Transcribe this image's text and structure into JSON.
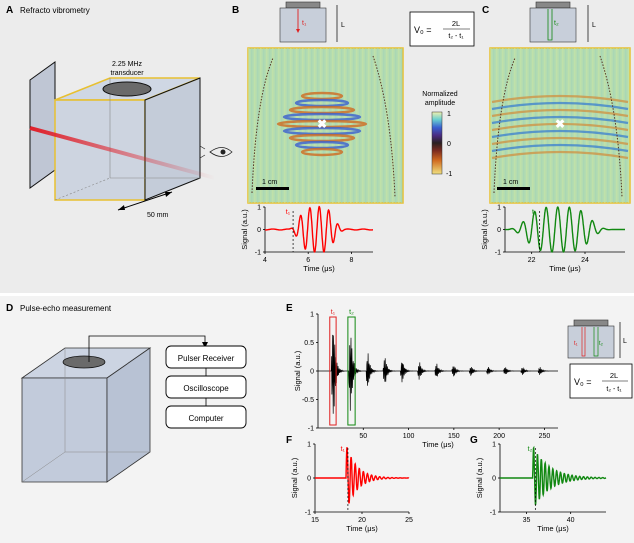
{
  "top_section": {
    "panel_A": {
      "letter": "A",
      "title": "Refracto vibrometry",
      "transducer_label_1": "2.25 MHz",
      "transducer_label_2": "transducer",
      "scale_label": "50 mm"
    },
    "panel_B": {
      "letter": "B",
      "L_label": "L",
      "t_label": "t₁",
      "scale_bar": "1 cm"
    },
    "panel_C": {
      "letter": "C",
      "L_label": "L",
      "t_label": "t₂",
      "scale_bar": "1 cm"
    },
    "formula": {
      "lhs": "V₀ =",
      "num": "2L",
      "den": "t₂ - t₁"
    },
    "colorbar": {
      "title_1": "Normalized",
      "title_2": "amplitude",
      "ticks": [
        "1",
        "0",
        "-1"
      ]
    }
  },
  "bottom_section": {
    "panel_D": {
      "letter": "D",
      "title": "Pulse-echo measurement",
      "boxes": [
        "Pulser Receiver",
        "Oscilloscope",
        "Computer"
      ]
    },
    "panel_E": {
      "letter": "E",
      "t1": "t₁",
      "t2": "t₂",
      "L_label": "L",
      "t1_small": "t₁",
      "t2_small": "t₂"
    },
    "panel_F": {
      "letter": "F",
      "t_label": "t₁"
    },
    "panel_G": {
      "letter": "G",
      "t_label": "t₂"
    }
  },
  "chart_data": [
    {
      "type": "line",
      "id": "B-signal",
      "xlabel": "Time (μs)",
      "ylabel": "Signal (a.u.)",
      "xlim": [
        4,
        9
      ],
      "ylim": [
        -1,
        1
      ],
      "xticks": [
        "4",
        "6",
        "8"
      ],
      "yticks": [
        "1",
        "0",
        "-1"
      ],
      "color": "#ff0000",
      "marker": "t₁",
      "marker_x": 5.3
    },
    {
      "type": "line",
      "id": "C-signal",
      "xlabel": "Time (μs)",
      "ylabel": "Signal (a.u.)",
      "xlim": [
        21,
        25.5
      ],
      "ylim": [
        -1,
        1
      ],
      "xticks": [
        "22",
        "24"
      ],
      "yticks": [
        "1",
        "0",
        "-1"
      ],
      "color": "#118811",
      "marker": "t₂",
      "marker_x": 22.3
    },
    {
      "type": "line",
      "id": "E-signal",
      "xlabel": "Time (μs)",
      "ylabel": "Signal (a.u.)",
      "xlim": [
        0,
        265
      ],
      "ylim": [
        -1,
        1
      ],
      "xticks": [
        "50",
        "100",
        "150",
        "200",
        "250"
      ],
      "yticks": [
        "1",
        "0.5",
        "0",
        "-0.5",
        "-1"
      ],
      "color": "#000000"
    },
    {
      "type": "line",
      "id": "F-signal",
      "xlabel": "Time (μs)",
      "ylabel": "Signal (a.u.)",
      "xlim": [
        15,
        25
      ],
      "ylim": [
        -1,
        1
      ],
      "xticks": [
        "15",
        "20",
        "25"
      ],
      "yticks": [
        "1",
        "0",
        "-1"
      ],
      "color": "#ff0000",
      "marker": "t₁",
      "marker_x": 18.5
    },
    {
      "type": "line",
      "id": "G-signal",
      "xlabel": "Time (μs)",
      "ylabel": "Signal (a.u.)",
      "xlim": [
        32,
        44
      ],
      "ylim": [
        -1,
        1
      ],
      "xticks": [
        "35",
        "40"
      ],
      "yticks": [
        "1",
        "0",
        "-1"
      ],
      "color": "#118811",
      "marker": "t₂",
      "marker_x": 36
    }
  ]
}
